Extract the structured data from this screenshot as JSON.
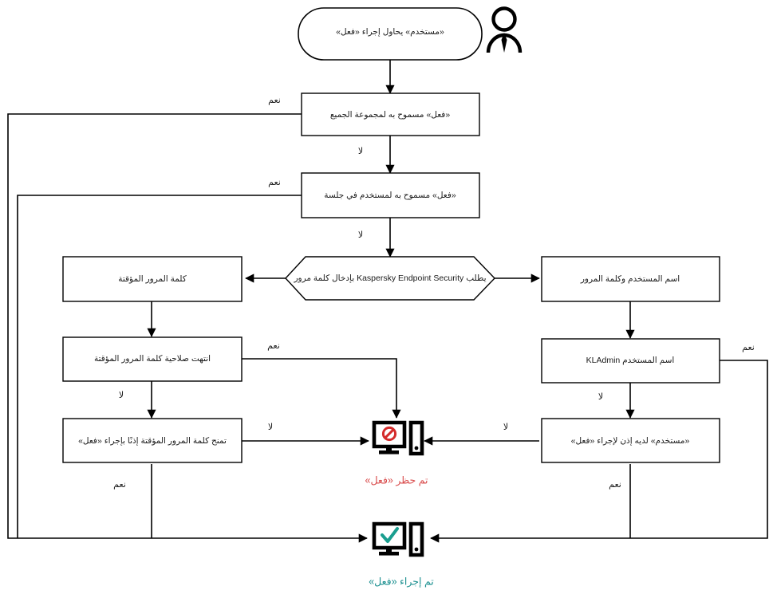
{
  "diagram": {
    "title": "Kaspersky Endpoint Security action permission flowchart",
    "language": "ar",
    "colors": {
      "line": "#000000",
      "box_fill": "#ffffff",
      "blocked": "#d94b4b",
      "allowed": "#1a8f8f",
      "text": "#1a1a1a"
    },
    "labels": {
      "yes": "نعم",
      "no": "لا"
    },
    "nodes": {
      "start": "«مستخدم» يحاول إجراء «فعل»",
      "everyone_group": "«فعل» مسموح به لمجموعة الجميع",
      "session_user": "«فعل» مسموح به لمستخدم في جلسة",
      "kes_prompt": "يطلب Kaspersky Endpoint Security بإدخال كلمة مرور",
      "temp_password": "كلمة المرور المؤقتة",
      "user_and_password": "اسم المستخدم وكلمة المرور",
      "temp_password_expired": "انتهت صلاحية كلمة المرور المؤقتة",
      "username_kladmin": "اسم المستخدم KLAdmin",
      "temp_password_grants": "تمنح كلمة المرور المؤقتة إذنًا بإجراء «فعل»",
      "user_has_permission": "«مستخدم» لديه إذن لإجراء «فعل»"
    },
    "outcomes": {
      "blocked_caption": "تم حظر «فعل»",
      "allowed_caption": "تم إجراء «فعل»"
    },
    "edges": [
      {
        "id": "everyone-yes",
        "label": "نعم"
      },
      {
        "id": "everyone-no",
        "label": "لا"
      },
      {
        "id": "session-yes",
        "label": "نعم"
      },
      {
        "id": "session-no",
        "label": "لا"
      },
      {
        "id": "temp-expired-yes",
        "label": "نعم"
      },
      {
        "id": "temp-expired-no",
        "label": "لا"
      },
      {
        "id": "temp-grants-no",
        "label": "لا"
      },
      {
        "id": "temp-grants-yes",
        "label": "نعم"
      },
      {
        "id": "kladmin-yes",
        "label": "نعم"
      },
      {
        "id": "kladmin-no",
        "label": "لا"
      },
      {
        "id": "user-permission-no",
        "label": "لا"
      },
      {
        "id": "user-permission-yes",
        "label": "نعم"
      }
    ],
    "icons": {
      "actor": "person-icon",
      "blocked": "monitor-blocked-icon",
      "allowed": "monitor-check-icon"
    }
  }
}
